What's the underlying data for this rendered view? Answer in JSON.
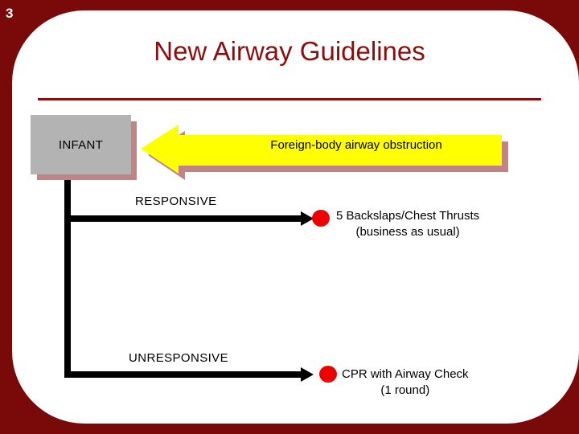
{
  "slide": {
    "number": "3",
    "title": "New Airway Guidelines",
    "accent_color": "#8b0d0d",
    "background_color": "#7a0a0a",
    "plate_color": "#ffffff"
  },
  "diagram": {
    "start_box": {
      "label": "INFANT",
      "fill_color": "#b3b3b3",
      "shadow_color": "#c08484"
    },
    "callout_arrow": {
      "label": "Foreign-body airway obstruction",
      "fill_color": "#ffff00",
      "shadow_color": "#c08484",
      "direction": "left"
    },
    "branches": [
      {
        "label": "RESPONSIVE",
        "marker_color": "#ee0000",
        "outcome_line1": "5 Backslaps/Chest Thrusts",
        "outcome_line2": "(business as usual)"
      },
      {
        "label": "UNRESPONSIVE",
        "marker_color": "#ee0000",
        "outcome_line1": "CPR with Airway Check",
        "outcome_line2": "(1 round)"
      }
    ]
  }
}
